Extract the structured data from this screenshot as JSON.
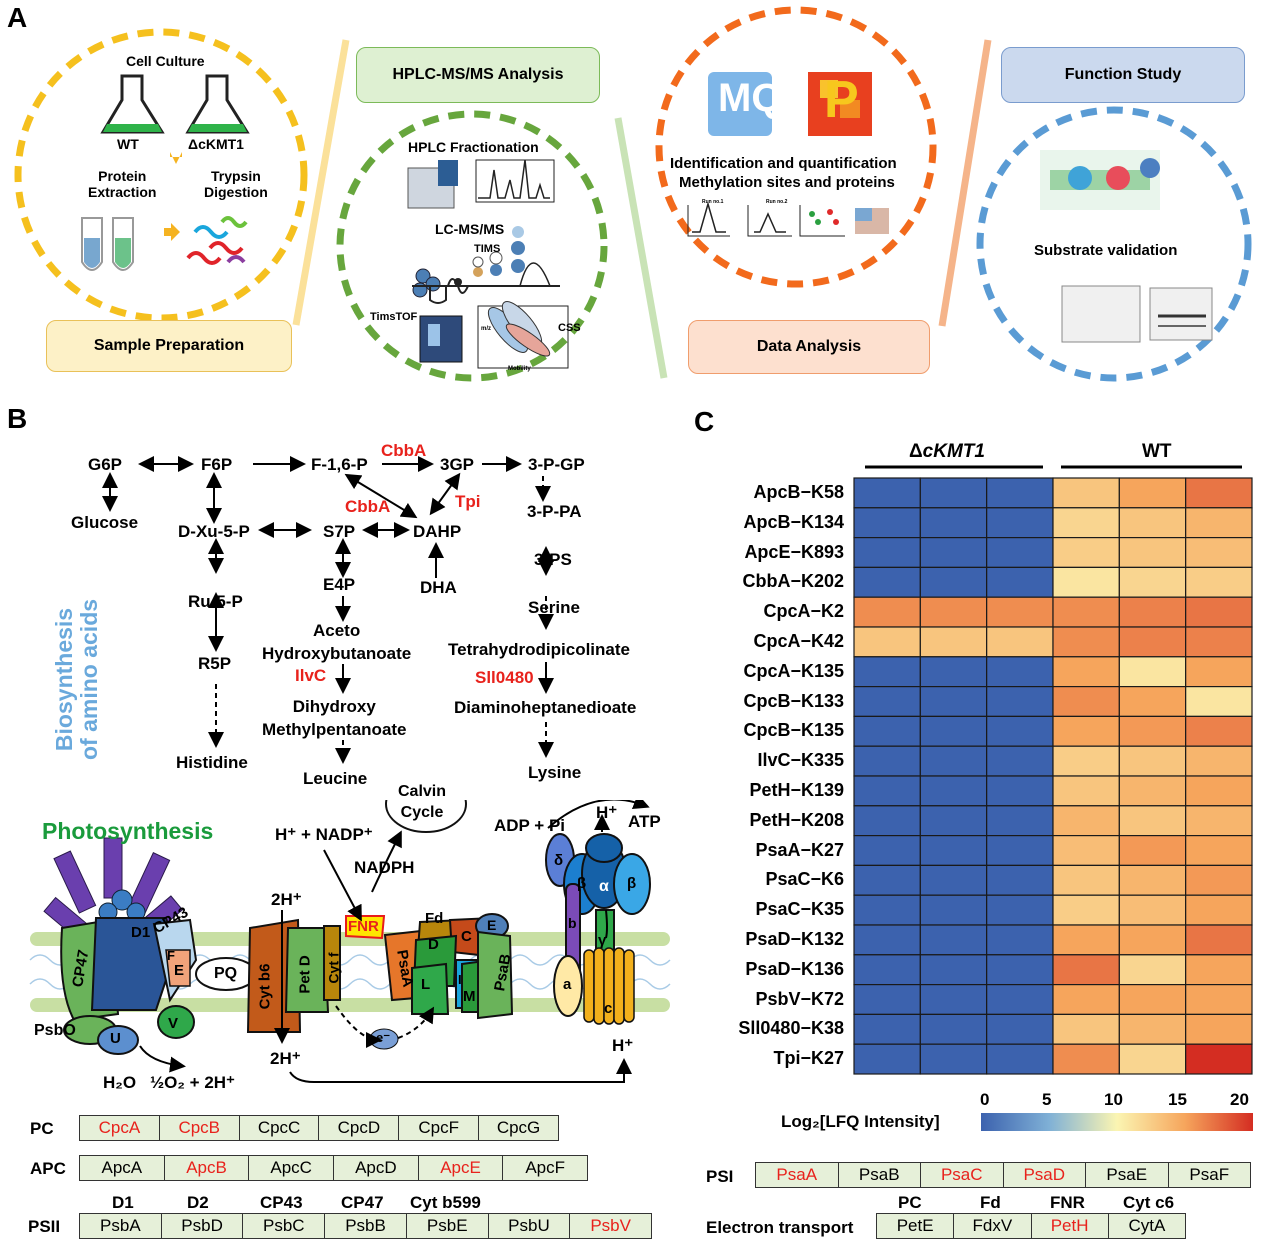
{
  "panel_labels": {
    "a": "A",
    "b": "B",
    "c": "C"
  },
  "panel_a": {
    "sample_prep": {
      "title": "Sample Preparation",
      "cell_culture": "Cell Culture",
      "wt": "WT",
      "mutant": "ΔcKMT1",
      "protein_extraction": "Protein\nExtraction",
      "trypsin_digestion": "Trypsin\nDigestion"
    },
    "hplc": {
      "title": "HPLC-MS/MS  Analysis",
      "fractionation": "HPLC Fractionation",
      "lcms": "LC-MS/MS",
      "tims": "TIMS",
      "timstof": "TimsTOF",
      "css": "CSS",
      "mobility": "Mobility",
      "mz": "m/z"
    },
    "data_analysis": {
      "title": "Data Analysis",
      "line1": "Identification and quantification",
      "line2": "Methylation sites and proteins",
      "mq": "MQ",
      "p": "P",
      "run1": "Run no.1",
      "run2": "Run no.2"
    },
    "function": {
      "title": "Function Study",
      "substrate": "Substrate validation"
    }
  },
  "panel_b": {
    "side_label": "Biosynthesis\nof amino acids",
    "metabolites": {
      "g6p": "G6P",
      "f6p": "F6P",
      "f16p": "F-1,6-P",
      "gp3": "3GP",
      "pgp": "3-P-GP",
      "glucose": "Glucose",
      "dxu5p": "D-Xu-5-P",
      "s7p": "S7P",
      "dahp": "DAHP",
      "ppa": "3-P-PA",
      "pps": "3-PS",
      "e4p": "E4P",
      "dha": "DHA",
      "serine": "Serine",
      "ru5p": "Ru-5-P",
      "aceto": "Aceto\nHydroxybutanoate",
      "tetra": "Tetrahydrodipicolinate",
      "r5p": "R5P",
      "dihydroxy": "Dihydroxy\nMethylpentanoate",
      "diamino": "Diaminoheptanedioate",
      "histidine": "Histidine",
      "leucine": "Leucine",
      "lysine": "Lysine"
    },
    "enzymes": {
      "cbba1": "CbbA",
      "cbba2": "CbbA",
      "tpi": "Tpi",
      "ilvc": "IlvC",
      "sll0480": "Sll0480"
    },
    "photosynthesis": {
      "title": "Photosynthesis",
      "calvin": "Calvin\nCycle",
      "nadp": "H⁺ + NADP⁺",
      "nadph": "NADPH",
      "adp": "ADP + Pi",
      "hplus_top": "H⁺",
      "atp": "ATP",
      "h2_left": "2H⁺",
      "h2_bottom": "2H⁺",
      "h_right": "H⁺",
      "water": "H₂O",
      "oxygen": "½O₂ + 2H⁺",
      "complexes": {
        "cp47": "CP47",
        "d1": "D1",
        "cp43": "CP43",
        "f": "F",
        "e": "E",
        "pq": "PQ",
        "psbo": "PsbO",
        "u": "U",
        "v": "V",
        "cytb6": "Cyt b6",
        "petd": "Pet D",
        "cytf": "Cyt f",
        "fnr": "FNR",
        "fd": "Fd",
        "c": "C",
        "fe": "E",
        "d": "D",
        "psaa": "PsaA",
        "l": "L",
        "i": "I",
        "m": "M",
        "psab": "PsaB",
        "e_minus": "e⁻",
        "delta": "δ",
        "beta1": "β",
        "alpha": "α",
        "beta2": "β",
        "b": "b",
        "gamma": "γ",
        "a": "a",
        "c_ring": "c"
      }
    },
    "tables": {
      "pc": {
        "label": "PC",
        "cells": [
          {
            "t": "CpcA",
            "red": true
          },
          {
            "t": "CpcB",
            "red": true
          },
          {
            "t": "CpcC",
            "red": false
          },
          {
            "t": "CpcD",
            "red": false
          },
          {
            "t": "CpcF",
            "red": false
          },
          {
            "t": "CpcG",
            "red": false
          }
        ]
      },
      "apc": {
        "label": "APC",
        "cells": [
          {
            "t": "ApcA",
            "red": false
          },
          {
            "t": "ApcB",
            "red": true
          },
          {
            "t": "ApcC",
            "red": false
          },
          {
            "t": "ApcD",
            "red": false
          },
          {
            "t": "ApcE",
            "red": true
          },
          {
            "t": "ApcF",
            "red": false
          }
        ]
      },
      "psii": {
        "label": "PSII",
        "headers": [
          "D1",
          "D2",
          "CP43",
          "CP47",
          "Cyt b599"
        ],
        "cells": [
          {
            "t": "PsbA",
            "red": false
          },
          {
            "t": "PsbD",
            "red": false
          },
          {
            "t": "PsbC",
            "red": false
          },
          {
            "t": "PsbB",
            "red": false
          },
          {
            "t": "PsbE",
            "red": false
          },
          {
            "t": "PsbU",
            "red": false
          },
          {
            "t": "PsbV",
            "red": true
          }
        ]
      }
    }
  },
  "panel_c": {
    "group_mutant": "ΔcKMT1",
    "group_wt": "WT",
    "colorbar_label": "Log₂[LFQ Intensity]",
    "colorbar_ticks": [
      "0",
      "5",
      "10",
      "15",
      "20"
    ],
    "psi": {
      "label": "PSI",
      "cells": [
        {
          "t": "PsaA",
          "red": true
        },
        {
          "t": "PsaB",
          "red": false
        },
        {
          "t": "PsaC",
          "red": true
        },
        {
          "t": "PsaD",
          "red": true
        },
        {
          "t": "PsaE",
          "red": false
        },
        {
          "t": "PsaF",
          "red": false
        }
      ]
    },
    "electron": {
      "label": "Electron transport",
      "headers": [
        "PC",
        "Fd",
        "FNR",
        "Cyt c6"
      ],
      "cells": [
        {
          "t": "PetE",
          "red": false
        },
        {
          "t": "FdxV",
          "red": false
        },
        {
          "t": "PetH",
          "red": true
        },
        {
          "t": "CytA",
          "red": false
        }
      ]
    }
  },
  "chart_data": {
    "type": "heatmap",
    "columns": [
      "ΔcKMT1",
      "ΔcKMT1",
      "ΔcKMT1",
      "WT",
      "WT",
      "WT"
    ],
    "rows": [
      "ApcB−K58",
      "ApcB−K134",
      "ApcE−K893",
      "CbbA−K202",
      "CpcA−K2",
      "CpcA−K42",
      "CpcA−K135",
      "CpcB−K133",
      "CpcB−K135",
      "IlvC−K335",
      "PetH−K139",
      "PetH−K208",
      "PsaA−K27",
      "PsaC−K6",
      "PsaC−K35",
      "PsaD−K132",
      "PsaD−K136",
      "PsbV−K72",
      "Sll0480−K38",
      "Tpi−K27"
    ],
    "values": [
      [
        0,
        0,
        0,
        13,
        15,
        17
      ],
      [
        0,
        0,
        0,
        12,
        13,
        14
      ],
      [
        0,
        0,
        0,
        12.5,
        13,
        13.5
      ],
      [
        0,
        0,
        0,
        11,
        12,
        12.5
      ],
      [
        16,
        16,
        16,
        16,
        16.5,
        17
      ],
      [
        13,
        13,
        13,
        16,
        16.5,
        16.5
      ],
      [
        0,
        0,
        0,
        15,
        11,
        15
      ],
      [
        0,
        0,
        0,
        16,
        15,
        11
      ],
      [
        0,
        0,
        0,
        15,
        15.5,
        16.5
      ],
      [
        0,
        0,
        0,
        12.5,
        13,
        14
      ],
      [
        0,
        0,
        0,
        13,
        14,
        15
      ],
      [
        0,
        0,
        0,
        14,
        13,
        14
      ],
      [
        0,
        0,
        0,
        13.5,
        15.5,
        15
      ],
      [
        0,
        0,
        0,
        13,
        14,
        15.5
      ],
      [
        0,
        0,
        0,
        12.5,
        13.5,
        15
      ],
      [
        0,
        0,
        0,
        15,
        15,
        17
      ],
      [
        0,
        0,
        0,
        17,
        12,
        15
      ],
      [
        0,
        0,
        0,
        15,
        15,
        15
      ],
      [
        0,
        0,
        0,
        13,
        14,
        15
      ],
      [
        0,
        0,
        0,
        16,
        12,
        20
      ]
    ],
    "scale": [
      0,
      20
    ],
    "colors": {
      "low": "#3c62ae",
      "mid": "#fbf5b2",
      "high": "#d42d22"
    }
  }
}
